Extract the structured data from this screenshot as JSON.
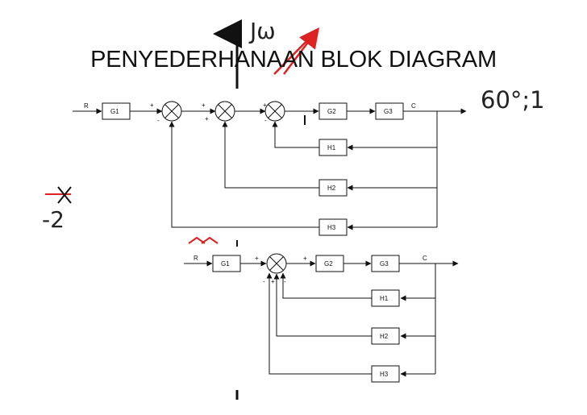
{
  "slide": {
    "title": "PENYEDERHANAAN BLOK DIAGRAM"
  },
  "background_marks": {
    "jw": "Jω",
    "angle": "60°;1",
    "minus_two": "-2"
  },
  "diagram1": {
    "input": "R",
    "output": "C",
    "blocks": [
      "G1",
      "G2",
      "G3",
      "H1",
      "H2",
      "H3"
    ],
    "signs": [
      "+",
      "-",
      "+",
      "+",
      "+",
      "-"
    ]
  },
  "diagram2": {
    "input": "R",
    "output": "C",
    "blocks": [
      "G1",
      "G2",
      "G3",
      "H1",
      "H2",
      "H3"
    ],
    "signs": [
      "+",
      "+",
      "-",
      "+",
      "-"
    ]
  }
}
